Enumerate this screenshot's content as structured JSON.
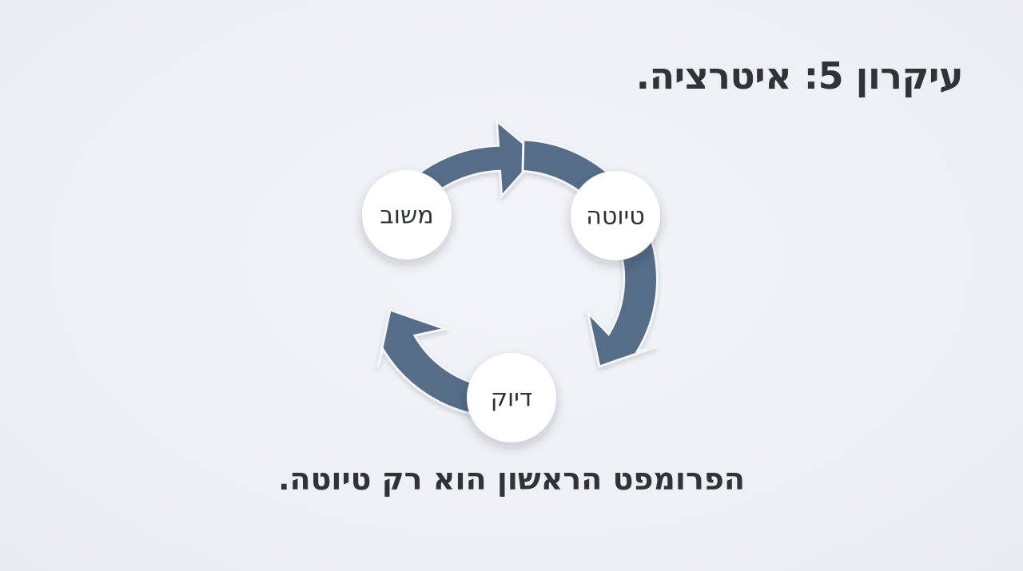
{
  "slide": {
    "title": "עיקרון 5: איטרציה.",
    "caption": "הפרומפט הראשון הוא רק טיוטה."
  },
  "cycle": {
    "nodes": [
      {
        "label": "משוב"
      },
      {
        "label": "טיוטה"
      },
      {
        "label": "דיוק"
      }
    ]
  },
  "colors": {
    "background": "#eef1f5",
    "arrow": "#546d87",
    "node_fill": "#ffffff",
    "text": "#2f3438"
  }
}
